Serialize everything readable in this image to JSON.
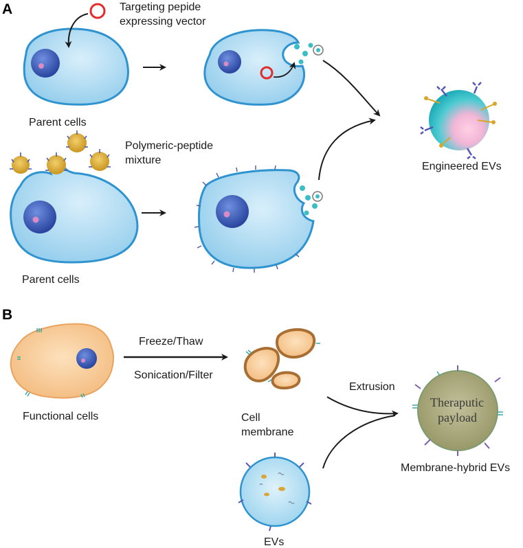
{
  "panels": {
    "a": "A",
    "b": "B"
  },
  "panel_a": {
    "vector_label_1": "Targeting pepide",
    "vector_label_2": "expressing vector",
    "parent_cells_top": "Parent cells",
    "mixture_label_1": "Polymeric-peptide",
    "mixture_label_2": "mixture",
    "parent_cells_bottom": "Parent cells",
    "engineered_evs": "Engineered EVs"
  },
  "panel_b": {
    "functional_cells": "Functional cells",
    "freeze_thaw": "Freeze/Thaw",
    "sonication_filter": "Sonication/Filter",
    "cell_membrane_1": "Cell",
    "cell_membrane_2": "membrane",
    "extrusion": "Extrusion",
    "payload_1": "Theraputic",
    "payload_2": "payload",
    "membrane_hybrid_evs": "Membrane-hybrid EVs",
    "evs": "EVs"
  },
  "colors": {
    "cell_fill": "#9fd3ef",
    "cell_border": "#2e93cf",
    "nucleus": "#2f56b3",
    "vector_ring": "#e32b2b",
    "functional_cell": "#f6c892",
    "membrane_fragment": "#a86e32",
    "hybrid_ev": "#a9a877",
    "engineered_ev": "#35c8cf"
  }
}
